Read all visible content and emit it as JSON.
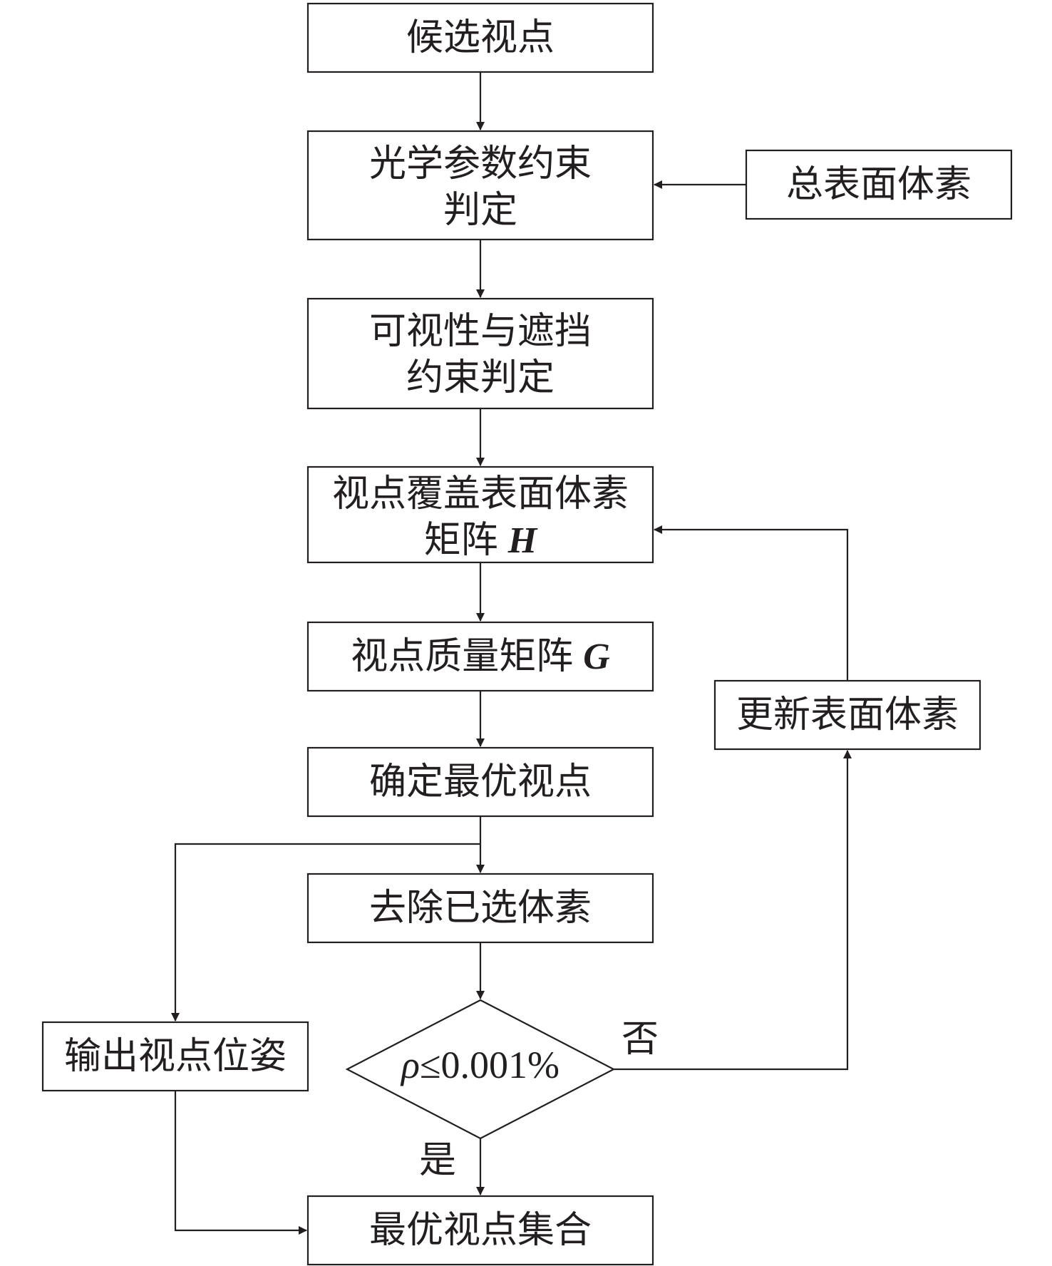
{
  "nodes": {
    "candidate": "候选视点",
    "optical_line1": "光学参数约束",
    "optical_line2": "判定",
    "total_voxels": "总表面体素",
    "visibility_line1": "可视性与遮挡",
    "visibility_line2": "约束判定",
    "coverage_line1": "视点覆盖表面体素",
    "coverage_line2_text": "矩阵",
    "coverage_line2_symbol": "H",
    "quality_text": "视点质量矩阵",
    "quality_symbol": "G",
    "update_voxels": "更新表面体素",
    "determine_best": "确定最优视点",
    "remove_selected": "去除已选体素",
    "output_pose": "输出视点位姿",
    "decision_symbol": "ρ",
    "decision_rest": "≤0.001%",
    "best_set": "最优视点集合"
  },
  "edge_labels": {
    "no": "否",
    "yes": "是"
  },
  "colors": {
    "stroke": "#231f20",
    "background": "#ffffff"
  }
}
